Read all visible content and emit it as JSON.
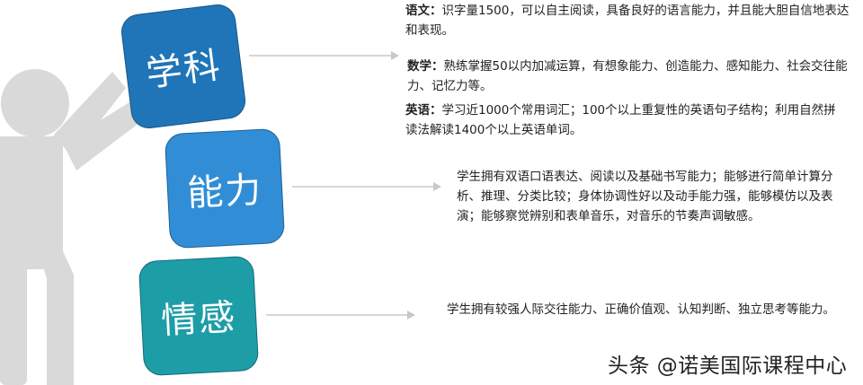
{
  "colors": {
    "subject_block": "#1f75b8",
    "ability_block": "#318ed6",
    "emotion_block": "#1d9ea7",
    "figure_gray": "#d9d9d9",
    "connector_gray": "#c8c8c8",
    "text": "#222222"
  },
  "blocks": [
    {
      "id": "subject",
      "label": "学科"
    },
    {
      "id": "ability",
      "label": "能力"
    },
    {
      "id": "emotion",
      "label": "情感"
    }
  ],
  "subject": {
    "chinese": {
      "label": "语文：",
      "text": "识字量1500，可以自主阅读，具备良好的语言能力，并且能大胆自信地表达和表现。"
    },
    "math": {
      "label": "数学：",
      "text": "熟练掌握50以内加减运算，有想象能力、创造能力、感知能力、社会交往能力、记忆力等。"
    },
    "english": {
      "label": "英语：",
      "text": "学习近1000个常用词汇；100个以上重复性的英语句子结构；利用自然拼读法解读1400个以上英语单词。"
    }
  },
  "ability": {
    "text": "学生拥有双语口语表达、阅读以及基础书写能力；能够进行简单计算分析、推理、分类比较；身体协调性好以及动手能力强，能够模仿以及表演；能够察觉辨别和表单音乐，对音乐的节奏声调敏感。"
  },
  "emotion": {
    "text": "学生拥有较强人际交往能力、正确价值观、认知判断、独立思考等能力。"
  },
  "watermark": "头条 @诺美国际课程中心"
}
